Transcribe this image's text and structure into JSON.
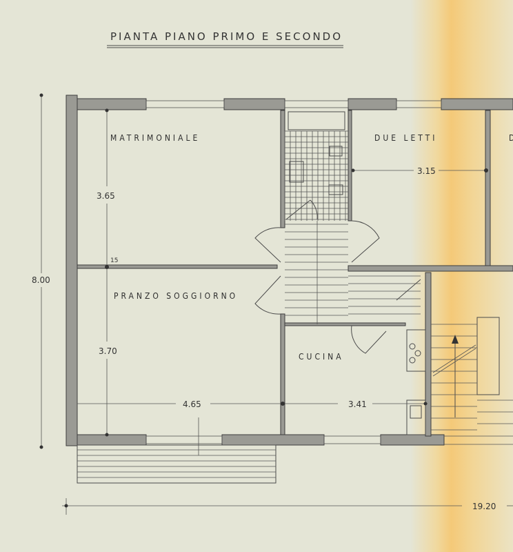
{
  "title": "PIANTA PIANO PRIMO E SECONDO",
  "rooms": {
    "matrimoniale": "MATRIMONIALE",
    "due_letti": "DUE LETTI",
    "pranzo_soggiorno": "PRANZO SOGGIORNO",
    "cucina": "CUCINA",
    "cut_off_right": "D"
  },
  "dimensions": {
    "total_height": "8.00",
    "matrimoniale_depth": "3.65",
    "wall_thickness": "15",
    "soggiorno_depth": "3.70",
    "soggiorno_width": "4.65",
    "cucina_width": "3.41",
    "due_letti_width": "3.15",
    "total_width": "19.20"
  },
  "colors": {
    "paper": "#e4e5d6",
    "ink": "#3c3c3c",
    "stain": "#f4c978"
  }
}
